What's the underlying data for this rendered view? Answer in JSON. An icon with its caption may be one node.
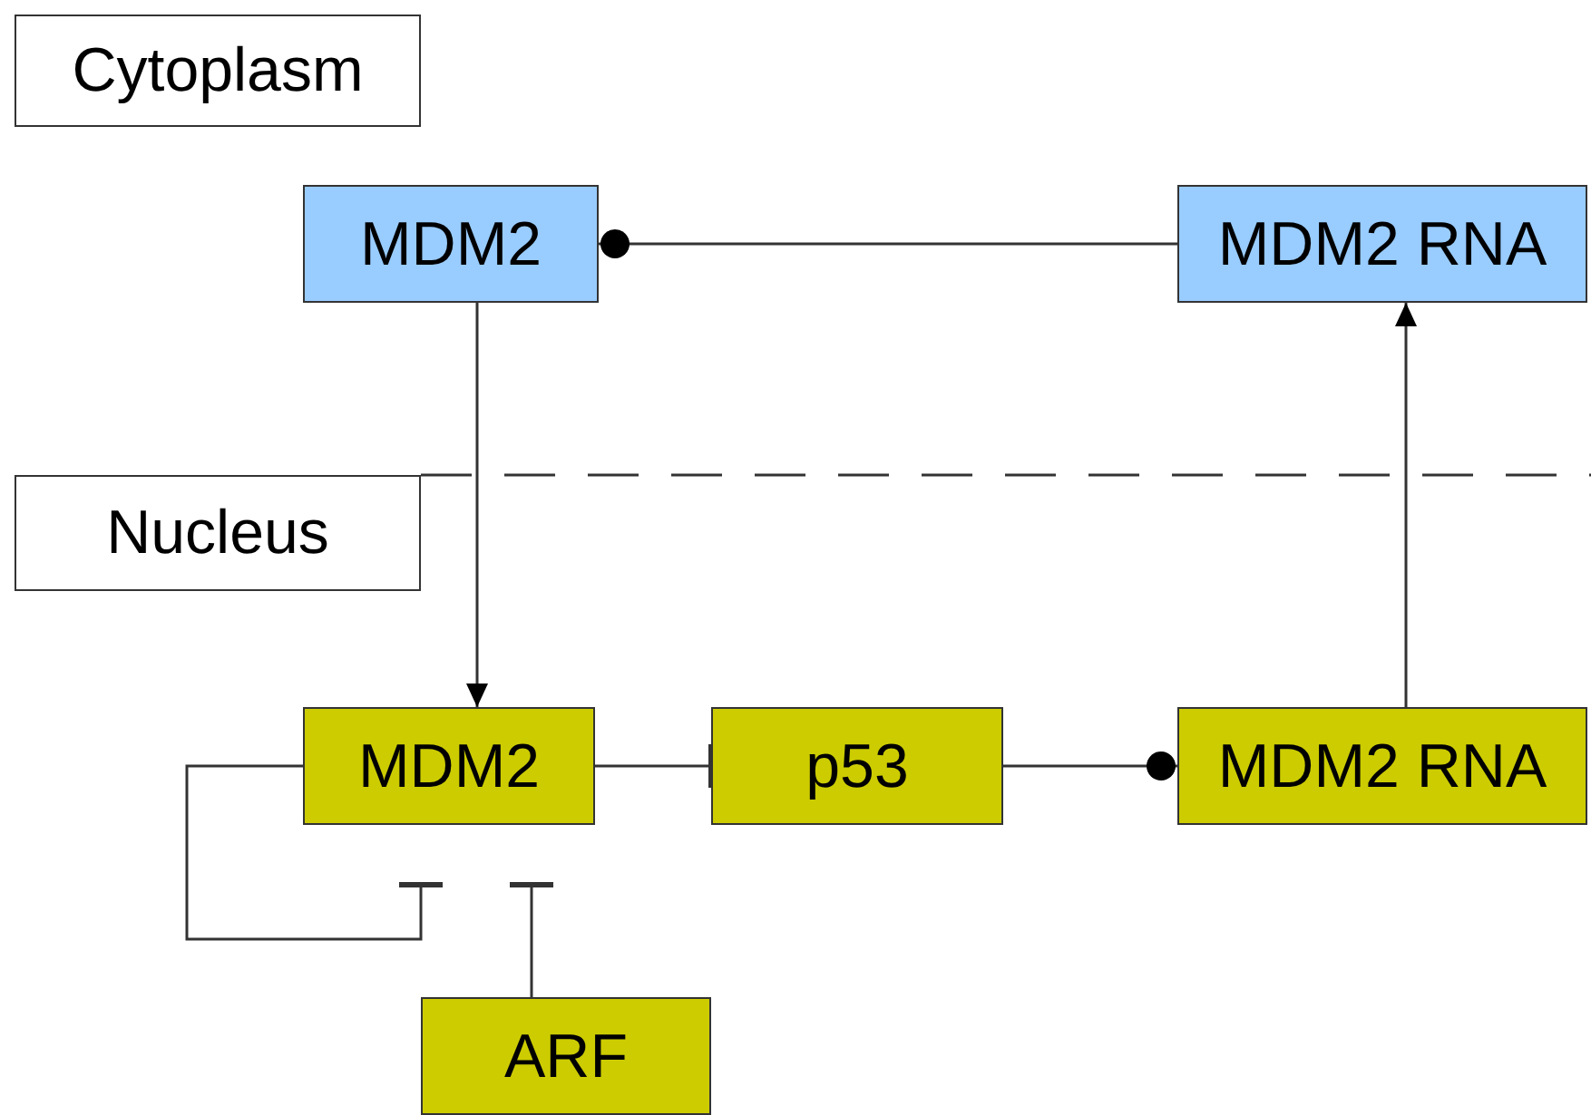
{
  "diagram": {
    "nodes": [
      {
        "text": [
          "Cytoplasm"
        ]
      },
      {
        "text": [
          "MDM2"
        ]
      },
      {
        "text": [
          "MDM2 RNA"
        ]
      },
      {
        "text": [
          "Nucleus"
        ]
      },
      {
        "text": [
          "MDM2"
        ]
      },
      {
        "text": [
          "p53"
        ]
      },
      {
        "text": [
          "MDM2 RNA"
        ]
      },
      {
        "text": [
          "ARF"
        ]
      }
    ],
    "edges": [
      {
        "from": 2,
        "to": 1,
        "arrow": "other"
      },
      {
        "from": 1,
        "to": 4,
        "arrow": "to"
      },
      {
        "from": 4,
        "to": 5,
        "arrow": "other"
      },
      {
        "from": 5,
        "to": 6,
        "arrow": "other"
      },
      {
        "from": 6,
        "to": 2,
        "arrow": "to"
      },
      {
        "from": 4,
        "to": null,
        "arrow": "other"
      },
      {
        "from": 7,
        "to": null,
        "arrow": "other"
      }
    ]
  }
}
